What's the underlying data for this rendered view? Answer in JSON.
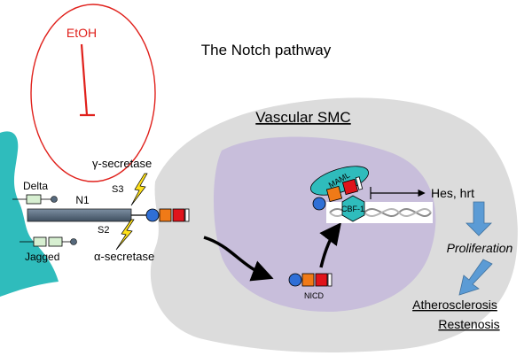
{
  "title": "The Notch pathway",
  "inhibitor": "EtOH",
  "cell": {
    "label": "Vascular SMC"
  },
  "receptor": {
    "label": "N1",
    "site_s2": "S2",
    "site_s3": "S3"
  },
  "ligands": {
    "delta": "Delta",
    "jagged": "Jagged"
  },
  "enzymes": {
    "gamma": "γ-secretase",
    "alpha": "α-secretase"
  },
  "nuclear": {
    "nicd": "NICD",
    "maml": "MAML",
    "cbf": "CBF-1"
  },
  "targets": "Hes, hrt",
  "outcomes": {
    "proliferation": "Proliferation",
    "atherosclerosis": "Atherosclerosis",
    "restenosis": "Restenosis"
  },
  "colors": {
    "cell": "#dcdcdc",
    "nucleus": "#c8bedb",
    "teal": "#2fbcbc",
    "red_inhibit": "#e0201b",
    "bar": "#56697c",
    "blue_dot": "#2f6fd6",
    "orange": "#f07a17",
    "red_block": "#e0141b",
    "ligand_green": "#d7efd1",
    "arrow_blue": "#5b9bd5",
    "lightning": "#ffe11a"
  }
}
